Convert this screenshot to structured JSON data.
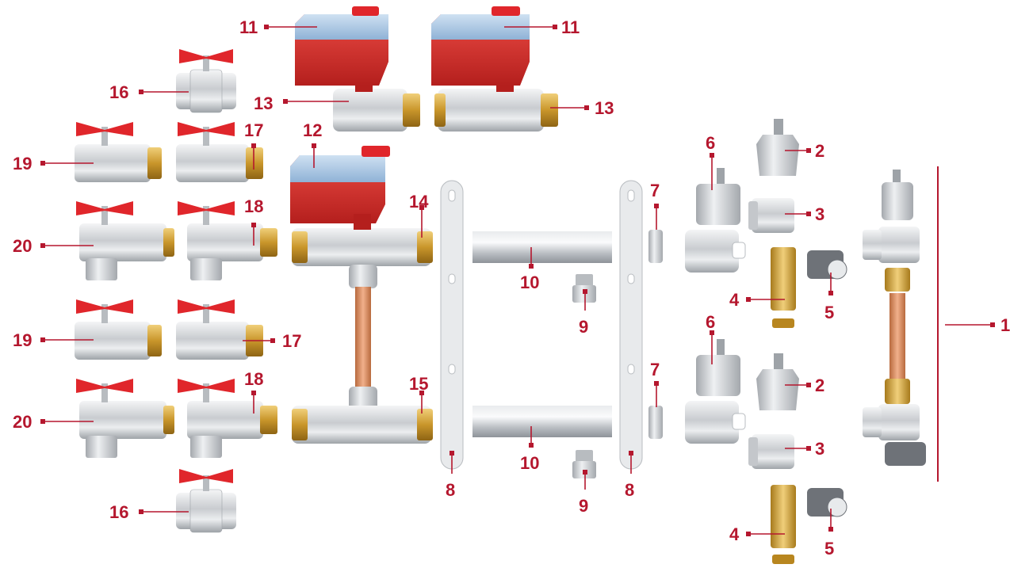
{
  "colors": {
    "label": "#b5172e",
    "leader": "#b5172e",
    "actuator_red": "#d8312f",
    "actuator_blue": "#a9c8e6",
    "chrome": "#cfd2d6",
    "brass": "#c9962b",
    "copper": "#d48a5e",
    "handle_red": "#e0262b"
  },
  "labels": {
    "n1": "1",
    "n2": "2",
    "n3": "3",
    "n4": "4",
    "n5": "5",
    "n6": "6",
    "n7": "7",
    "n8": "8",
    "n9": "9",
    "n10": "10",
    "n11": "11",
    "n12": "12",
    "n13": "13",
    "n14": "14",
    "n15": "15",
    "n16": "16",
    "n17": "17",
    "n18": "18",
    "n19": "19",
    "n20": "20"
  }
}
